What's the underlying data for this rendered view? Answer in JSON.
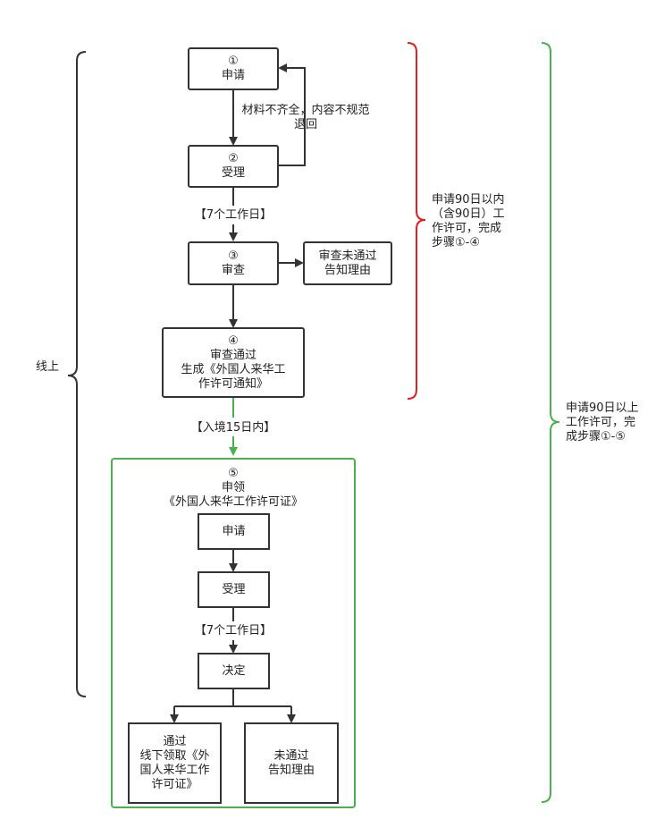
{
  "online_label": "线上",
  "steps": {
    "apply": {
      "num": "①",
      "text": "申请"
    },
    "accept": {
      "num": "②",
      "text": "受理"
    },
    "review": {
      "num": "③",
      "text": "审查"
    },
    "review_fail": {
      "line1": "审查未通过",
      "line2": "告知理由"
    },
    "approved": {
      "num": "④",
      "line1": "审查通过",
      "line2": "生成《外国人来华工",
      "line3": "作许可通知》"
    },
    "collect": {
      "num": "⑤",
      "line1": "申领",
      "line2": "《外国人来华工作许可证》"
    }
  },
  "annotations": {
    "return_line1": "材料不齐全，内容不规范",
    "return_line2": "退回",
    "seven_days_1": "【7个工作日】",
    "entry_15_days": "【入境15日内】",
    "seven_days_2": "【7个工作日】"
  },
  "sub_steps": {
    "apply": "申请",
    "accept": "受理",
    "decide": "决定",
    "pass": {
      "line1": "通过",
      "line2": "线下领取《外",
      "line3": "国人来华工作",
      "line4": "许可证》"
    },
    "fail": {
      "line1": "未通过",
      "line2": "告知理由"
    }
  },
  "brackets": {
    "red": {
      "line1": "申请90日以内",
      "line2": "（含90日）工",
      "line3": "作许可，完成",
      "line4": "步骤①-④",
      "color": "#e02020"
    },
    "green": {
      "line1": "申请90日以上",
      "line2": "工作许可，完",
      "line3": "成步骤①-⑤",
      "color": "#4caf50"
    }
  }
}
